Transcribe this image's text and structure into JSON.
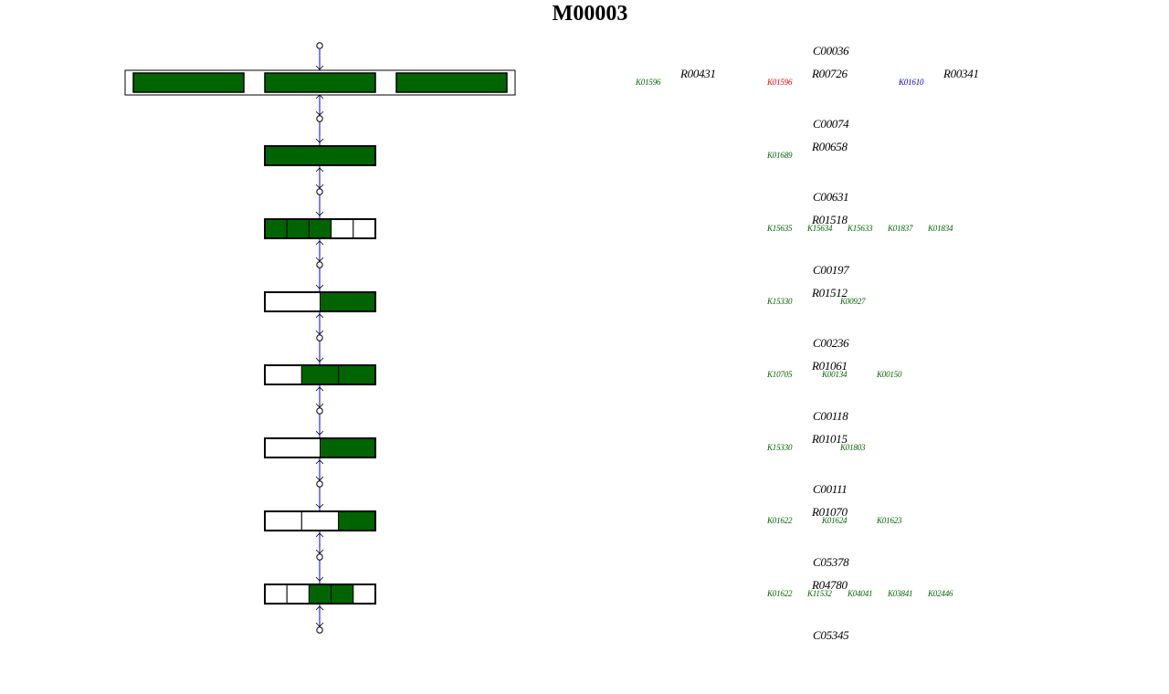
{
  "title": "M00003",
  "colors": {
    "present": "#006400",
    "absent": "#ffffff",
    "edge": "#0000cc",
    "ko_present": "#006400",
    "ko_red": "#ff0000",
    "ko_blue": "#0000cc",
    "text": "#000000"
  },
  "compounds": [
    "C00036",
    "C00074",
    "C00631",
    "C00197",
    "C00236",
    "C00118",
    "C00111",
    "C05378",
    "C05345"
  ],
  "steps": [
    {
      "alternatives": [
        {
          "reaction": "R00431",
          "kos": [
            {
              "id": "K01596",
              "color": "green"
            }
          ],
          "boxes": [
            1
          ]
        },
        {
          "reaction": "R00726",
          "kos": [
            {
              "id": "K01596",
              "color": "red"
            }
          ],
          "boxes": [
            1
          ]
        },
        {
          "reaction": "R00341",
          "kos": [
            {
              "id": "K01610",
              "color": "blue"
            }
          ],
          "boxes": [
            1
          ]
        }
      ]
    },
    {
      "alternatives": [
        {
          "reaction": "R00658",
          "kos": [
            {
              "id": "K01689",
              "color": "green"
            }
          ],
          "boxes": [
            1
          ]
        }
      ]
    },
    {
      "alternatives": [
        {
          "reaction": "R01518",
          "kos": [
            {
              "id": "K15635",
              "color": "green"
            },
            {
              "id": "K15634",
              "color": "green"
            },
            {
              "id": "K15633",
              "color": "green"
            },
            {
              "id": "K01837",
              "color": "green"
            },
            {
              "id": "K01834",
              "color": "green"
            }
          ],
          "boxes": [
            1,
            1,
            1,
            0,
            0
          ]
        }
      ]
    },
    {
      "alternatives": [
        {
          "reaction": "R01512",
          "kos": [
            {
              "id": "K15330",
              "color": "green"
            },
            {
              "id": "K00927",
              "color": "green"
            }
          ],
          "boxes": [
            0,
            1
          ]
        }
      ]
    },
    {
      "alternatives": [
        {
          "reaction": "R01061",
          "kos": [
            {
              "id": "K10705",
              "color": "green"
            },
            {
              "id": "K00134",
              "color": "green"
            },
            {
              "id": "K00150",
              "color": "green"
            }
          ],
          "boxes": [
            0,
            1,
            1
          ]
        }
      ]
    },
    {
      "alternatives": [
        {
          "reaction": "R01015",
          "kos": [
            {
              "id": "K15330",
              "color": "green"
            },
            {
              "id": "K01803",
              "color": "green"
            }
          ],
          "boxes": [
            0,
            1
          ]
        }
      ]
    },
    {
      "alternatives": [
        {
          "reaction": "R01070",
          "kos": [
            {
              "id": "K01622",
              "color": "green"
            },
            {
              "id": "K01624",
              "color": "green"
            },
            {
              "id": "K01623",
              "color": "green"
            }
          ],
          "boxes": [
            0,
            0,
            1
          ]
        }
      ]
    },
    {
      "alternatives": [
        {
          "reaction": "R04780",
          "kos": [
            {
              "id": "K01622",
              "color": "green"
            },
            {
              "id": "K11532",
              "color": "green"
            },
            {
              "id": "K04041",
              "color": "green"
            },
            {
              "id": "K03841",
              "color": "green"
            },
            {
              "id": "K02446",
              "color": "green"
            }
          ],
          "boxes": [
            0,
            0,
            1,
            1,
            0
          ]
        }
      ]
    }
  ]
}
